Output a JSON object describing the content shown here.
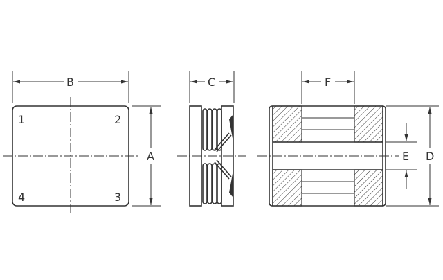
{
  "labels": {
    "A": "A",
    "B": "B",
    "C": "C",
    "D": "D",
    "E": "E",
    "F": "F"
  },
  "pins": {
    "p1": "1",
    "p2": "2",
    "p3": "3",
    "p4": "4"
  }
}
